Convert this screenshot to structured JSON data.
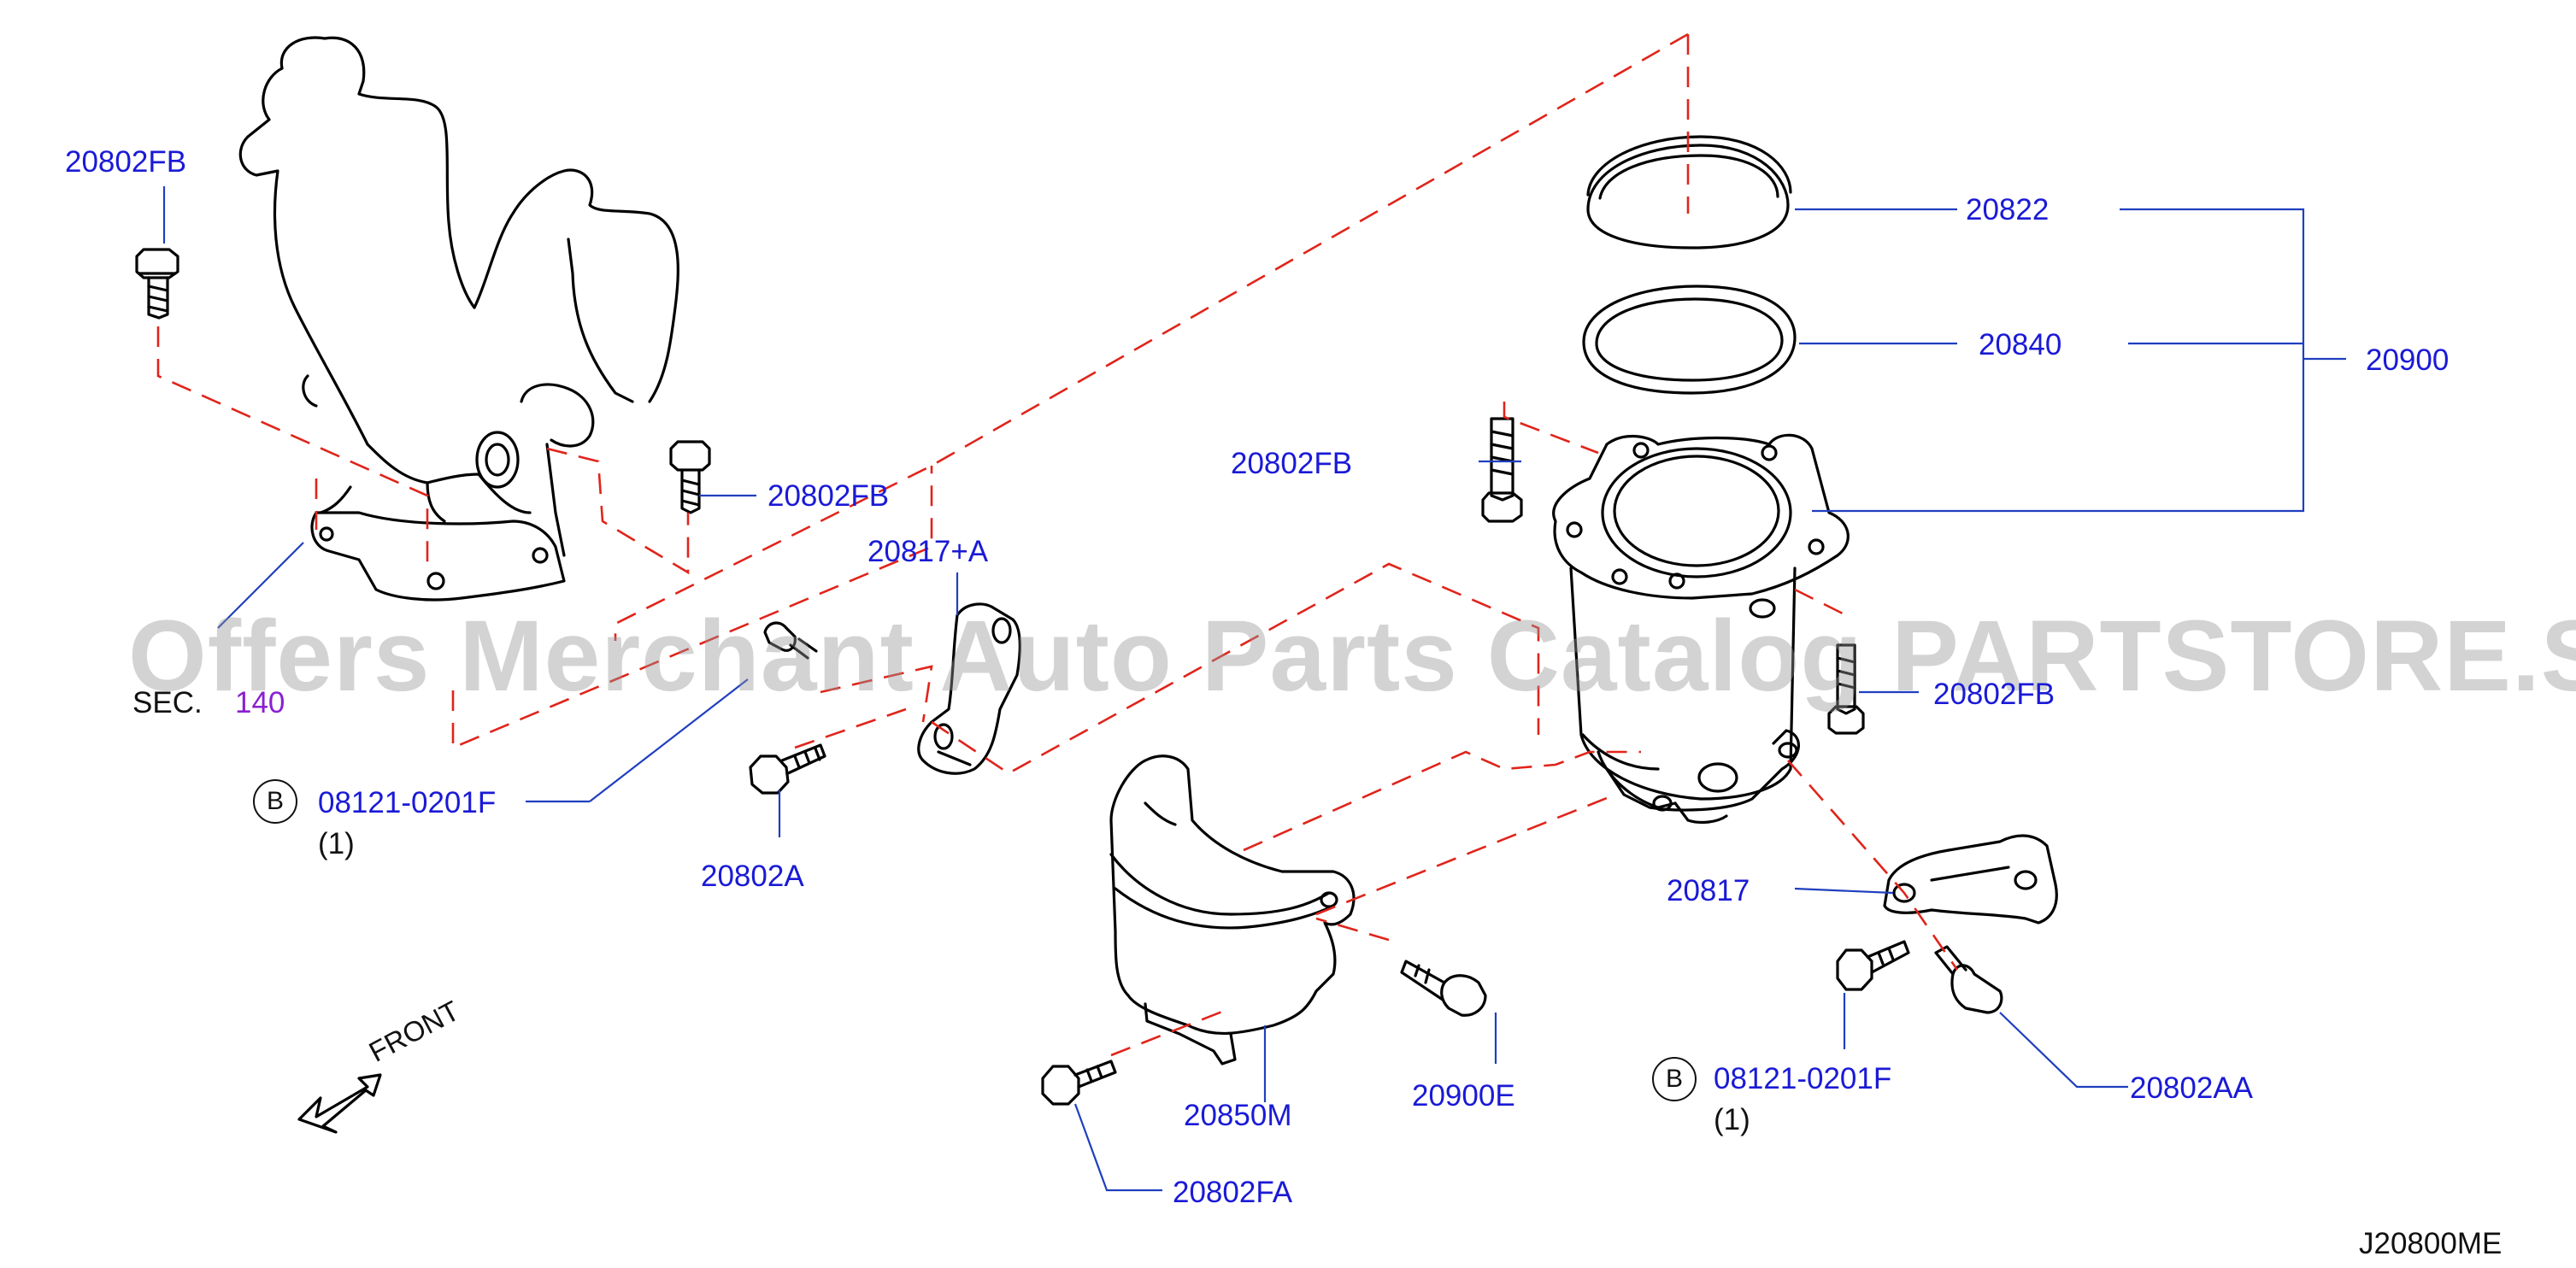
{
  "watermark": "Offers Merchant Auto Parts Catalog PARTSTORE.SA",
  "diagram_code": "J20800ME",
  "front_label": "FRONT",
  "section_ref": {
    "prefix": "SEC.",
    "number": "140"
  },
  "callouts": {
    "fb_top_left": "20802FB",
    "fb_mid": "20802FB",
    "fb_right": "20802FB",
    "fb_right_lower": "20802FB",
    "ring_20822": "20822",
    "ring_20840": "20840",
    "assy_20900": "20900",
    "bracket_plus_a": "20817+A",
    "bolt_b_left": "08121-0201F",
    "qty_left": "(1)",
    "bolt_20802a": "20802A",
    "bracket_20817": "20817",
    "cover_20850m": "20850M",
    "bolt_20900e": "20900E",
    "bolt_b_right": "08121-0201F",
    "qty_right": "(1)",
    "bolt_20802aa": "20802AA",
    "bolt_20802fa": "20802FA"
  },
  "circle_marker": "B",
  "colors": {
    "part_number": "#1a1ad6",
    "section_number": "#8a1fd0",
    "dashed_guide": "#e0241b",
    "leader": "#1f3fbf"
  }
}
